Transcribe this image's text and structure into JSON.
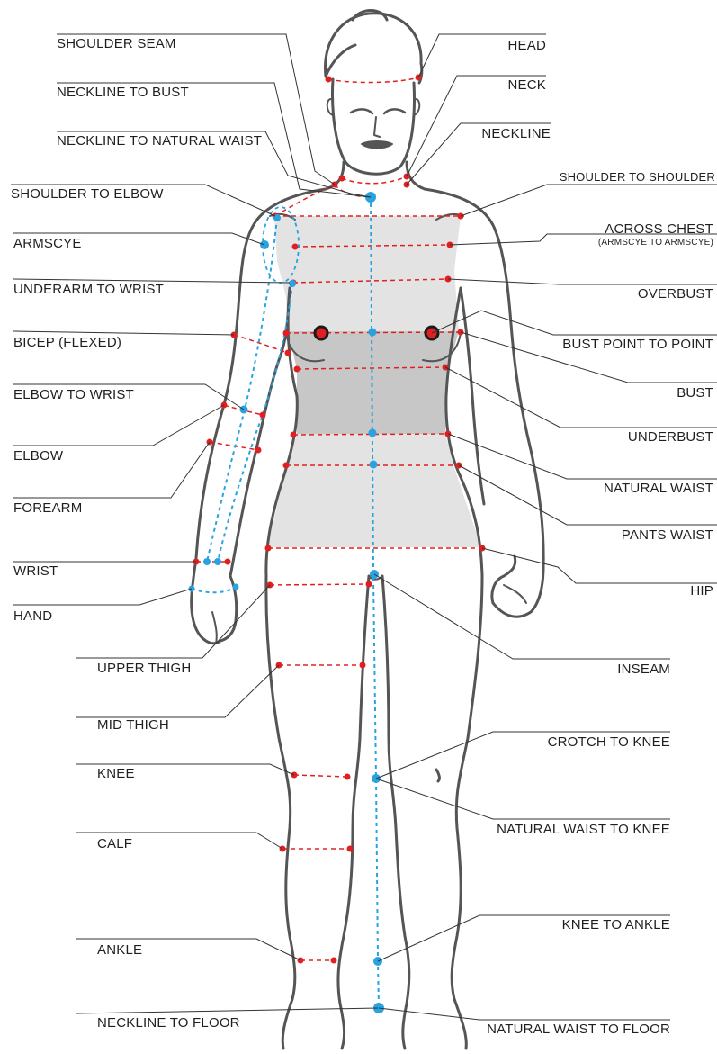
{
  "labels_left": {
    "shoulder_seam": "SHOULDER SEAM",
    "neckline_to_bust": "NECKLINE TO BUST",
    "neckline_to_natural_waist": "NECKLINE TO NATURAL WAIST",
    "shoulder_to_elbow": "SHOULDER TO ELBOW",
    "armscye": "ARMSCYE",
    "underarm_to_wrist": "UNDERARM TO WRIST",
    "bicep": "BICEP (FLEXED)",
    "elbow_to_wrist": "ELBOW TO WRIST",
    "elbow": "ELBOW",
    "forearm": "FOREARM",
    "wrist": "WRIST",
    "hand": "HAND",
    "upper_thigh": "UPPER THIGH",
    "mid_thigh": "MID THIGH",
    "knee": "KNEE",
    "calf": "CALF",
    "ankle": "ANKLE",
    "neckline_to_floor": "NECKLINE TO FLOOR"
  },
  "labels_right": {
    "head": "HEAD",
    "neck": "NECK",
    "neckline": "NECKLINE",
    "shoulder_to_shoulder": "SHOULDER TO SHOULDER",
    "across_chest": "ACROSS CHEST",
    "across_chest_sub": "(ARMSCYE TO ARMSCYE)",
    "overbust": "OVERBUST",
    "bust_point_to_point": "BUST POINT TO POINT",
    "bust": "BUST",
    "underbust": "UNDERBUST",
    "natural_waist": "NATURAL WAIST",
    "pants_waist": "PANTS WAIST",
    "hip": "HIP",
    "inseam": "INSEAM",
    "crotch_to_knee": "CROTCH TO KNEE",
    "natural_waist_to_knee": "NATURAL WAIST TO KNEE",
    "knee_to_ankle": "KNEE TO ANKLE",
    "natural_waist_to_floor": "NATURAL WAIST TO FLOOR"
  },
  "colors": {
    "outline": "#555555",
    "measure_red": "#e02020",
    "measure_blue": "#29a3e0",
    "torso_light": "#e3e3e3",
    "torso_dark": "#c7c7c7",
    "leader": "#333333"
  }
}
